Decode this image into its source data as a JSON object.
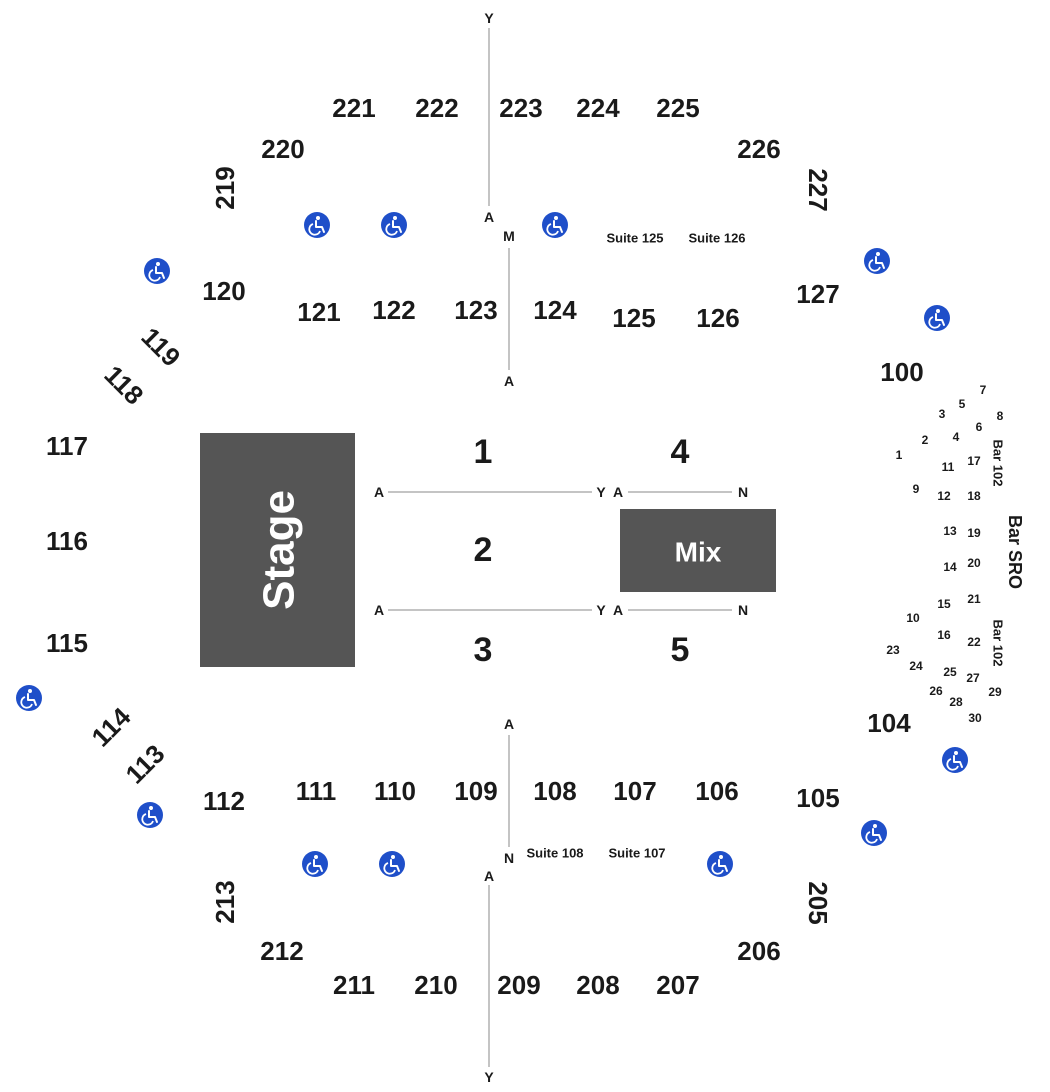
{
  "colors": {
    "stage": "#555555",
    "mix": "#555555",
    "accessible": "#1f4fc9",
    "text": "#1a1a1a"
  },
  "stage": {
    "label": "Stage"
  },
  "mix": {
    "label": "Mix"
  },
  "floor_sections": {
    "s1": "1",
    "s2": "2",
    "s3": "3",
    "s4": "4",
    "s5": "5"
  },
  "row_labels": {
    "floor_top_left_start": "A",
    "floor_top_left_end": "Y",
    "floor_top_right_start": "A",
    "floor_top_right_end": "N",
    "floor_bottom_left_start": "A",
    "floor_bottom_left_end": "Y",
    "floor_bottom_right_start": "A",
    "floor_bottom_right_end": "N",
    "aisle_top_upper_top": "Y",
    "aisle_top_upper_bottom": "A",
    "aisle_top_lower_top": "M",
    "aisle_top_lower_bottom": "A",
    "aisle_bottom_lower_top": "A",
    "aisle_bottom_lower_bottom": "N",
    "aisle_bottom_upper_top": "A",
    "aisle_bottom_upper_bottom": "Y"
  },
  "upper_sections": {
    "s221": "221",
    "s222": "222",
    "s223": "223",
    "s224": "224",
    "s225": "225",
    "s220": "220",
    "s226": "226",
    "s219": "219",
    "s227": "227",
    "s213": "213",
    "s212": "212",
    "s211": "211",
    "s210": "210",
    "s209": "209",
    "s208": "208",
    "s207": "207",
    "s206": "206",
    "s205": "205"
  },
  "lower_sections": {
    "s120": "120",
    "s121": "121",
    "s122": "122",
    "s123": "123",
    "s124": "124",
    "s125": "125",
    "s126": "126",
    "s127": "127",
    "s100": "100",
    "s119": "119",
    "s118": "118",
    "s117": "117",
    "s116": "116",
    "s115": "115",
    "s114": "114",
    "s113": "113",
    "s112": "112",
    "s111": "111",
    "s110": "110",
    "s109": "109",
    "s108": "108",
    "s107": "107",
    "s106": "106",
    "s105": "105",
    "s104": "104"
  },
  "suites": {
    "suite125": "Suite 125",
    "suite126": "Suite 126",
    "suite108": "Suite 108",
    "suite107": "Suite 107"
  },
  "bar": {
    "bar102_top": "Bar 102",
    "bar102_bottom": "Bar 102",
    "sro": "Bar SRO"
  },
  "bar_seats": {
    "t1": "1",
    "t2": "2",
    "t3": "3",
    "t4": "4",
    "t5": "5",
    "t6": "6",
    "t7": "7",
    "t8": "8",
    "t9": "9",
    "t10": "10",
    "t11": "11",
    "t12": "12",
    "t13": "13",
    "t14": "14",
    "t15": "15",
    "t16": "16",
    "t17": "17",
    "t18": "18",
    "t19": "19",
    "t20": "20",
    "t21": "21",
    "t22": "22",
    "t23": "23",
    "t24": "24",
    "t25": "25",
    "t26": "26",
    "t27": "27",
    "t28": "28",
    "t29": "29",
    "t30": "30"
  },
  "accessible_icon": "wheelchair-icon"
}
